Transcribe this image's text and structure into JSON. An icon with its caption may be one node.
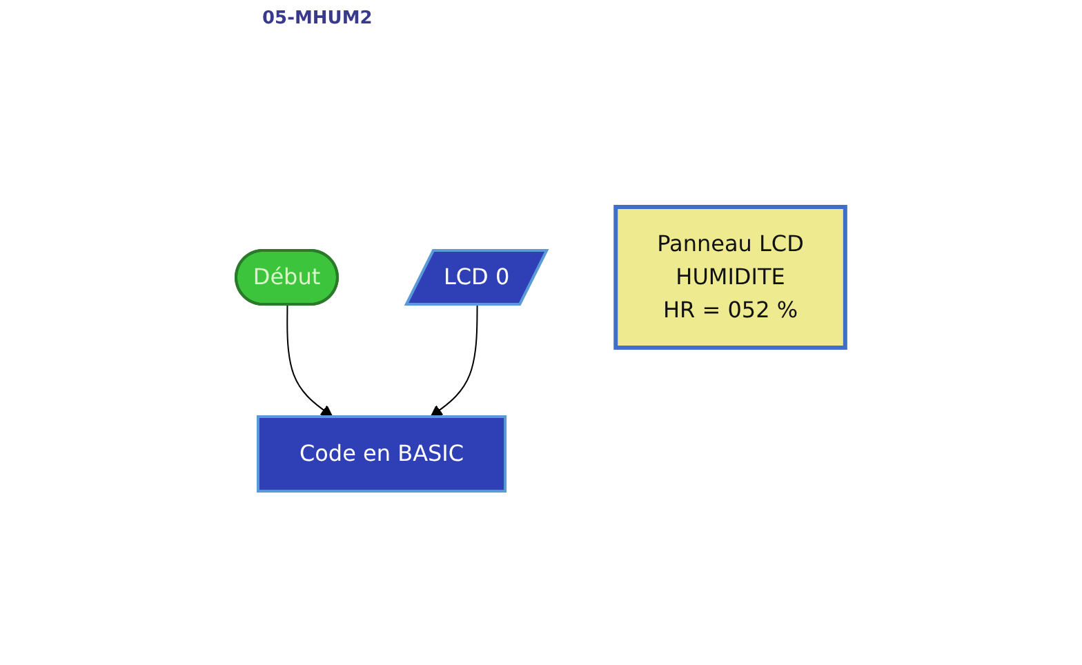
{
  "diagram": {
    "title": "05-MHUM2",
    "nodes": [
      {
        "text": [
          "Début"
        ]
      },
      {
        "text": [
          "Code en BASIC"
        ]
      },
      {
        "text": [
          "LCD 0"
        ]
      },
      {
        "text": [
          "Panneau LCD",
          "HUMIDITE",
          "HR = 052 %"
        ]
      }
    ],
    "edges": [
      {
        "from": 0,
        "to": 1,
        "arrow": "to"
      },
      {
        "from": 2,
        "to": 1,
        "arrow": "to"
      }
    ]
  }
}
